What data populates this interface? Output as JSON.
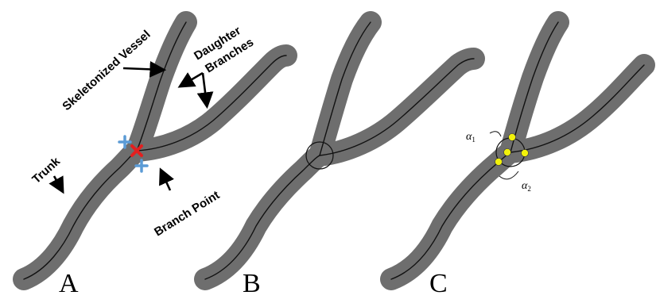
{
  "annotations": {
    "skeletonized_vessel": "Skeletonized Vessel",
    "daughter_line1": "Daughter",
    "daughter_line2": "Branches",
    "trunk": "Trunk",
    "branch_point": "Branch Point"
  },
  "panels": {
    "a": "A",
    "b": "B",
    "c": "C"
  },
  "angles": {
    "alpha1_symbol": "α",
    "alpha1_sub": "1",
    "alpha2_symbol": "α",
    "alpha2_sub": "2"
  },
  "colors": {
    "vessel": "#6e6e6e",
    "skeleton": "#111111",
    "branch_point_marker": "#e41f1f",
    "cross_marker": "#5b9bd5",
    "node_marker": "#f2f20a"
  }
}
